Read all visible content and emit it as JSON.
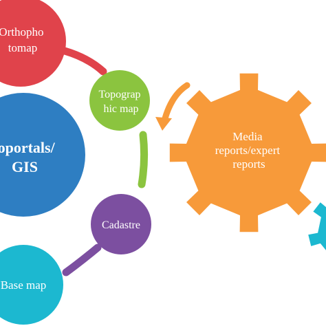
{
  "diagram": {
    "nodes": {
      "orthophotomap": {
        "lines": [
          "Orthopho",
          "tomap"
        ],
        "color": "#e0434b"
      },
      "geoportals": {
        "lines": [
          "eoportals/",
          "GIS"
        ],
        "color": "#2e7ec2"
      },
      "base_map": {
        "lines": [
          "Base map"
        ],
        "color": "#1cb8d0"
      },
      "topographic_map": {
        "lines": [
          "Topograp",
          "hic map"
        ],
        "color": "#8bc43f"
      },
      "cadastre": {
        "lines": [
          "Cadastre"
        ],
        "color": "#7c4fa0"
      },
      "media_reports": {
        "lines": [
          "Media",
          "reports/expert",
          "reports"
        ],
        "color": "#f79a3a"
      }
    },
    "connectors": {
      "ortho_topo": "#e0434b",
      "topo_cadastre": "#8bc43f",
      "cadastre_base": "#7c4fa0",
      "media_arrow": "#f79a3a"
    },
    "partial_gear_color": "#1cb8d0"
  }
}
